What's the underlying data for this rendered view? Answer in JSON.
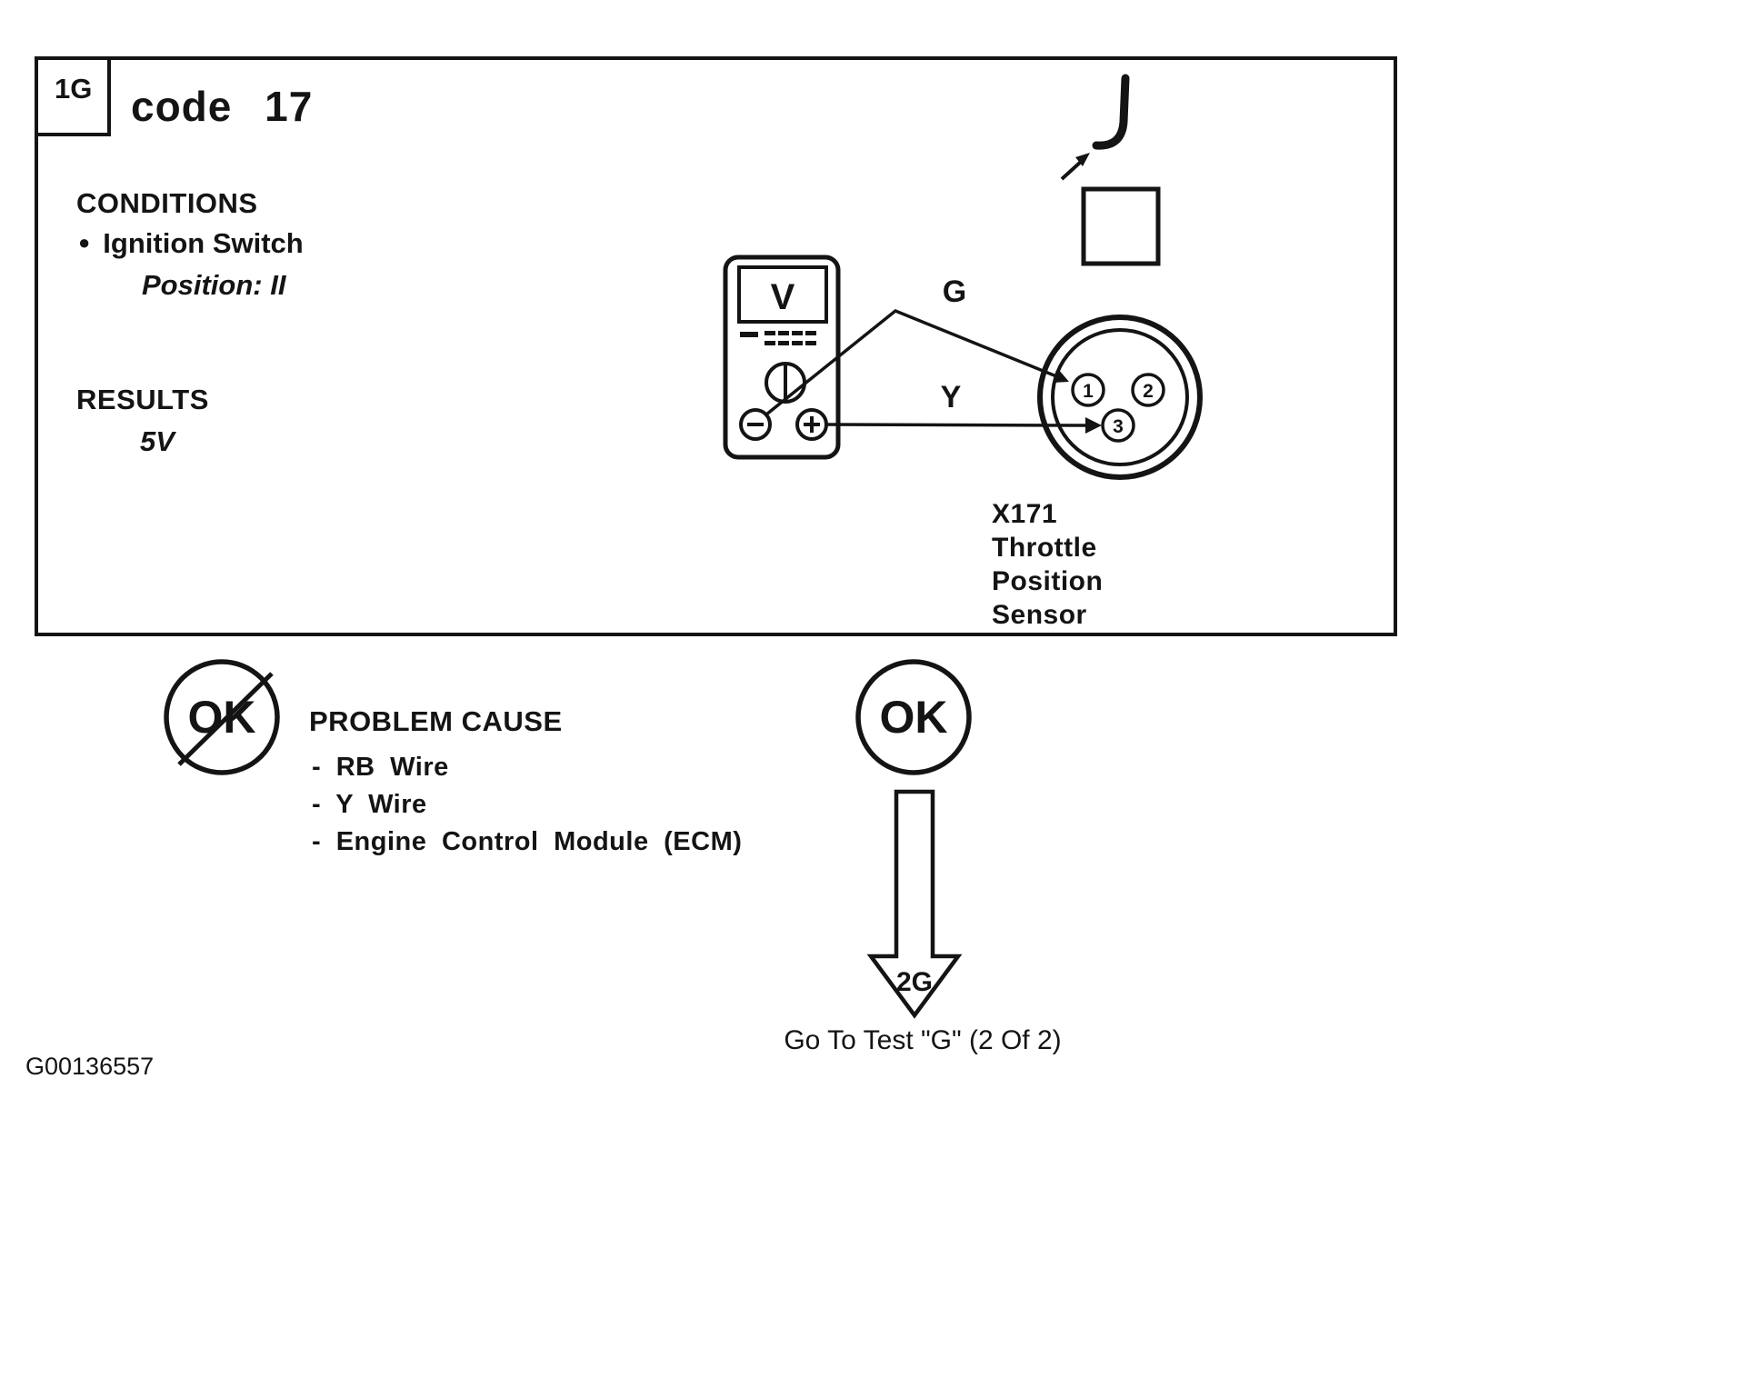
{
  "test_box": {
    "id_label": "1G",
    "title": "code 17",
    "conditions": {
      "heading": "CONDITIONS",
      "bullet": "●",
      "item": "Ignition Switch",
      "detail": "Position: II"
    },
    "results": {
      "heading": "RESULTS",
      "value": "5V"
    },
    "multimeter": {
      "display_label": "V"
    },
    "wires": {
      "g": "G",
      "y": "Y"
    },
    "connector": {
      "pins": [
        "1",
        "2",
        "3"
      ]
    },
    "sensor": {
      "lines": [
        "X171",
        "Throttle",
        "Position",
        "Sensor"
      ]
    }
  },
  "fail_branch": {
    "ok_label": "OK",
    "heading": "PROBLEM CAUSE",
    "causes": [
      "- RB Wire",
      "- Y Wire",
      "- Engine Control Module (ECM)"
    ]
  },
  "pass_branch": {
    "ok_label": "OK",
    "arrow_label": "2G",
    "goto_text": "Go To Test \"G\" (2 Of 2)"
  },
  "footer": {
    "figure_id": "G00136557"
  },
  "icons": {
    "voltmeter": "handheld multimeter with V display",
    "connector": "3-pin round connector",
    "probe_hook": "test probe hook with pointer arrow",
    "not_ok": "OK circle crossed out",
    "ok": "OK circle",
    "flow_arrow": "hollow down arrow"
  },
  "colors": {
    "ink": "#141414",
    "background": "#ffffff"
  }
}
